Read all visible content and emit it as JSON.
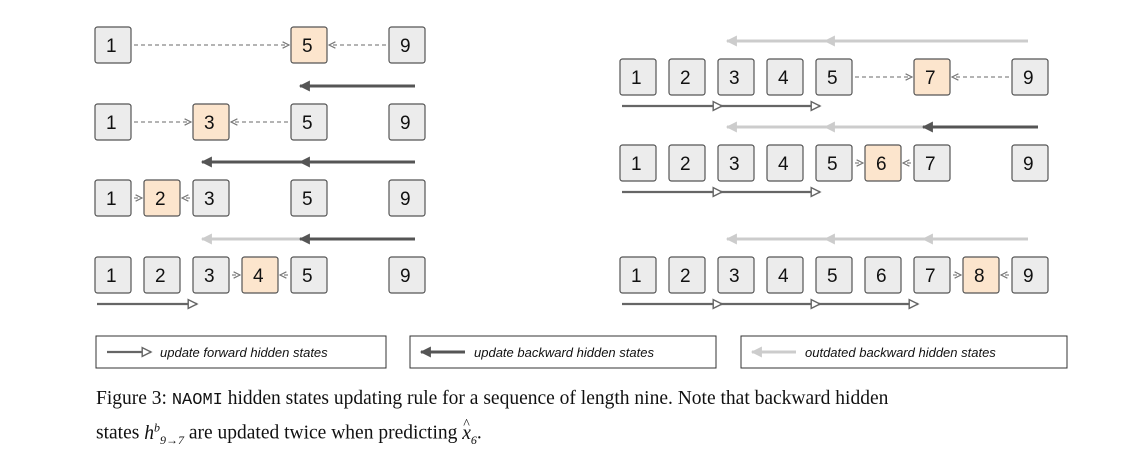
{
  "figure": {
    "panels": [
      {
        "rows": [
          {
            "nodes": [
              {
                "label": "1",
                "highlight": false
              },
              {
                "label": "5",
                "highlight": true
              },
              {
                "label": "9",
                "highlight": false
              }
            ],
            "dashed": [
              {
                "from": "1",
                "to": "5"
              },
              {
                "from": "9",
                "to": "5"
              }
            ],
            "forward": [],
            "backward": [],
            "outdated": []
          },
          {
            "nodes": [
              {
                "label": "1",
                "highlight": false
              },
              {
                "label": "3",
                "highlight": true
              },
              {
                "label": "5",
                "highlight": false
              },
              {
                "label": "9",
                "highlight": false
              }
            ],
            "dashed": [
              {
                "from": "1",
                "to": "3"
              },
              {
                "from": "5",
                "to": "3"
              }
            ],
            "forward": [],
            "backward": [
              {
                "from": "9",
                "to": "5"
              }
            ],
            "outdated": []
          },
          {
            "nodes": [
              {
                "label": "1",
                "highlight": false
              },
              {
                "label": "2",
                "highlight": true
              },
              {
                "label": "3",
                "highlight": false
              },
              {
                "label": "5",
                "highlight": false
              },
              {
                "label": "9",
                "highlight": false
              }
            ],
            "dashed": [
              {
                "from": "1",
                "to": "2"
              },
              {
                "from": "3",
                "to": "2"
              }
            ],
            "forward": [],
            "backward": [
              {
                "from": "9",
                "to": "5"
              },
              {
                "from": "5",
                "to": "3"
              }
            ],
            "outdated": []
          },
          {
            "nodes": [
              {
                "label": "1",
                "highlight": false
              },
              {
                "label": "2",
                "highlight": false
              },
              {
                "label": "3",
                "highlight": false
              },
              {
                "label": "4",
                "highlight": true
              },
              {
                "label": "5",
                "highlight": false
              },
              {
                "label": "9",
                "highlight": false
              }
            ],
            "dashed": [
              {
                "from": "3",
                "to": "4"
              },
              {
                "from": "5",
                "to": "4"
              }
            ],
            "forward": [
              {
                "from": "1",
                "to": "3"
              }
            ],
            "backward": [
              {
                "from": "9",
                "to": "5"
              }
            ],
            "outdated": [
              {
                "from": "5",
                "to": "3"
              }
            ]
          }
        ]
      },
      {
        "rows": [
          {
            "nodes": [
              {
                "label": "1",
                "highlight": false
              },
              {
                "label": "2",
                "highlight": false
              },
              {
                "label": "3",
                "highlight": false
              },
              {
                "label": "4",
                "highlight": false
              },
              {
                "label": "5",
                "highlight": false
              },
              {
                "label": "7",
                "highlight": true
              },
              {
                "label": "9",
                "highlight": false
              }
            ],
            "dashed": [
              {
                "from": "5",
                "to": "7"
              },
              {
                "from": "9",
                "to": "7"
              }
            ],
            "forward": [
              {
                "from": "1",
                "to": "3"
              },
              {
                "from": "3",
                "to": "5"
              }
            ],
            "backward": [],
            "outdated": [
              {
                "from": "9",
                "to": "5"
              },
              {
                "from": "5",
                "to": "3"
              }
            ]
          },
          {
            "nodes": [
              {
                "label": "1",
                "highlight": false
              },
              {
                "label": "2",
                "highlight": false
              },
              {
                "label": "3",
                "highlight": false
              },
              {
                "label": "4",
                "highlight": false
              },
              {
                "label": "5",
                "highlight": false
              },
              {
                "label": "6",
                "highlight": true
              },
              {
                "label": "7",
                "highlight": false
              },
              {
                "label": "9",
                "highlight": false
              }
            ],
            "dashed": [
              {
                "from": "5",
                "to": "6"
              },
              {
                "from": "7",
                "to": "6"
              }
            ],
            "forward": [
              {
                "from": "1",
                "to": "3"
              },
              {
                "from": "3",
                "to": "5"
              }
            ],
            "backward": [
              {
                "from": "9",
                "to": "7"
              }
            ],
            "outdated": [
              {
                "from": "7",
                "to": "5"
              },
              {
                "from": "5",
                "to": "3"
              }
            ]
          },
          {
            "nodes": [
              {
                "label": "1",
                "highlight": false
              },
              {
                "label": "2",
                "highlight": false
              },
              {
                "label": "3",
                "highlight": false
              },
              {
                "label": "4",
                "highlight": false
              },
              {
                "label": "5",
                "highlight": false
              },
              {
                "label": "6",
                "highlight": false
              },
              {
                "label": "7",
                "highlight": false
              },
              {
                "label": "8",
                "highlight": true
              },
              {
                "label": "9",
                "highlight": false
              }
            ],
            "dashed": [
              {
                "from": "7",
                "to": "8"
              },
              {
                "from": "9",
                "to": "8"
              }
            ],
            "forward": [
              {
                "from": "1",
                "to": "3"
              },
              {
                "from": "3",
                "to": "5"
              },
              {
                "from": "5",
                "to": "7"
              }
            ],
            "backward": [],
            "outdated": [
              {
                "from": "9",
                "to": "7"
              },
              {
                "from": "7",
                "to": "5"
              },
              {
                "from": "5",
                "to": "3"
              }
            ]
          }
        ]
      }
    ],
    "legend": [
      {
        "kind": "forward",
        "label": "update forward hidden states"
      },
      {
        "kind": "backward",
        "label": "update backward hidden states"
      },
      {
        "kind": "outdated",
        "label": "outdated backward hidden states"
      }
    ],
    "colors": {
      "node_fill": "#ececec",
      "node_highlight": "#fce5cd",
      "node_stroke": "#555555",
      "forward": "#666666",
      "backward": "#555555",
      "outdated": "#cccccc",
      "dashed": "#888888"
    }
  },
  "caption": {
    "label": "Figure 3:",
    "model": "NAOMI",
    "text_1": "hidden states updating rule for a sequence of length nine. Note that backward hidden",
    "text_2": "states",
    "h": "h",
    "h_sup": "b",
    "h_sub": "9→7",
    "text_3": "are updated twice when predicting",
    "x": "x",
    "x_sub": "6",
    "end": "."
  }
}
